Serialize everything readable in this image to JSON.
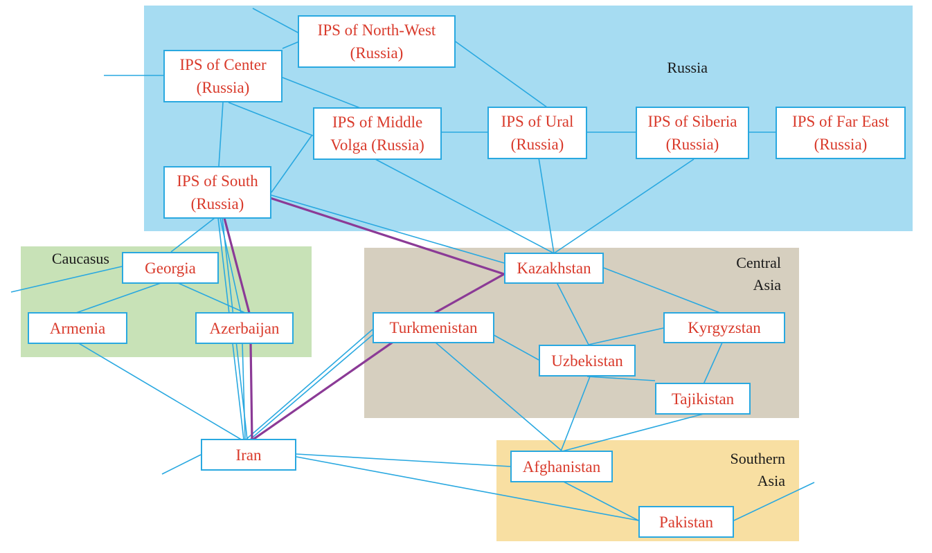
{
  "colors": {
    "russia": "#a6dcf2",
    "caucasus": "#c8e2b7",
    "central_asia": "#d6cfbf",
    "southern_asia": "#f8dfa2",
    "link": "#29a8e0",
    "route": "#8b3a96",
    "node_text": "#d93a2b",
    "label_text": "#1a1a1a"
  },
  "regions": {
    "russia": "Russia",
    "caucasus": "Caucasus",
    "central_asia": [
      "Central",
      "Asia"
    ],
    "southern_asia": [
      "Southern",
      "Asia"
    ]
  },
  "nodes": {
    "nw": [
      "IPS of North-West",
      "(Russia)"
    ],
    "center": [
      "IPS of Center",
      "(Russia)"
    ],
    "volga": [
      "IPS of Middle",
      "Volga (Russia)"
    ],
    "ural": [
      "IPS of Ural",
      "(Russia)"
    ],
    "siberia": [
      "IPS of Siberia",
      "(Russia)"
    ],
    "fareast": [
      "IPS of Far East",
      "(Russia)"
    ],
    "south": [
      "IPS of South",
      "(Russia)"
    ],
    "georgia": "Georgia",
    "armenia": "Armenia",
    "azerbaijan": "Azerbaijan",
    "kazakhstan": "Kazakhstan",
    "turkmenistan": "Turkmenistan",
    "kyrgyzstan": "Kyrgyzstan",
    "uzbekistan": "Uzbekistan",
    "tajikistan": "Tajikistan",
    "iran": "Iran",
    "afghanistan": "Afghanistan",
    "pakistan": "Pakistan"
  }
}
